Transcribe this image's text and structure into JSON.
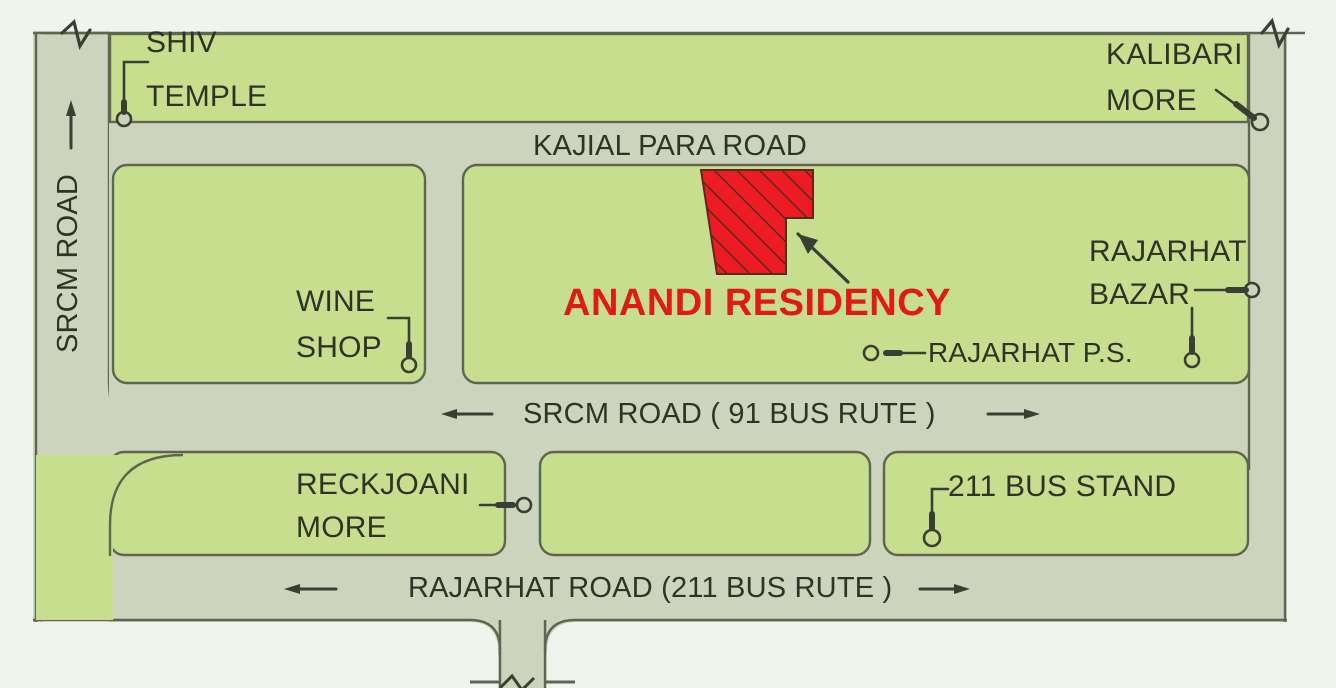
{
  "map": {
    "title": "ANANDI RESIDENCY location map",
    "colors": {
      "background": "#f1f4ec",
      "block_fill": "#c8de8f",
      "road_fill": "#ccd4bd",
      "outline": "#5d6650",
      "text": "#2e3326",
      "highlight_red": "#ed1c24",
      "highlight_text": "#e01b17"
    },
    "highlight": {
      "name": "ANANDI RESIDENCY",
      "fill": "#ed1c24",
      "hatch": true
    },
    "roads": [
      {
        "id": "srcm-road-vertical",
        "label": "SRCM ROAD",
        "orientation": "vertical",
        "arrow": "up"
      },
      {
        "id": "kajial-para-road",
        "label": "KAJIAL PARA ROAD",
        "orientation": "horizontal",
        "arrow": "none"
      },
      {
        "id": "srcm-road-horizontal",
        "label": "SRCM ROAD ( 91 BUS RUTE )",
        "orientation": "horizontal",
        "arrow": "both"
      },
      {
        "id": "rajarhat-road",
        "label": "RAJARHAT ROAD (211 BUS RUTE )",
        "orientation": "horizontal",
        "arrow": "both"
      }
    ],
    "landmarks": [
      {
        "id": "shiv-temple",
        "label": "SHIV\nTEMPLE"
      },
      {
        "id": "kalibari-more",
        "label": "KALIBARI\nMORE"
      },
      {
        "id": "wine-shop",
        "label": "WINE\nSHOP"
      },
      {
        "id": "rajarhat-bazar",
        "label": "RAJARHAT\nBAZAR"
      },
      {
        "id": "rajarhat-ps",
        "label": "RAJARHAT P.S."
      },
      {
        "id": "reckjoani-more",
        "label": "RECKJOANI\nMORE"
      },
      {
        "id": "bus-stand-211",
        "label": "211 BUS STAND"
      }
    ],
    "labels": {
      "shiv_temple_line1": "SHIV",
      "shiv_temple_line2": "TEMPLE",
      "kalibari_more_line1": "KALIBARI",
      "kalibari_more_line2": "MORE",
      "kajial_para_road": "KAJIAL PARA ROAD",
      "srcm_road_vertical": "SRCM ROAD",
      "wine_shop_line1": "WINE",
      "wine_shop_line2": "SHOP",
      "anandi_residency": "ANANDI RESIDENCY",
      "rajarhat_bazar_line1": "RAJARHAT",
      "rajarhat_bazar_line2": "BAZAR",
      "rajarhat_ps": "RAJARHAT P.S.",
      "srcm_road_bus": "SRCM ROAD ( 91 BUS RUTE )",
      "reckjoani_more_line1": "RECKJOANI",
      "reckjoani_more_line2": "MORE",
      "bus_stand_211": "211 BUS STAND",
      "rajarhat_road_bus": "RAJARHAT ROAD (211 BUS RUTE )"
    }
  }
}
